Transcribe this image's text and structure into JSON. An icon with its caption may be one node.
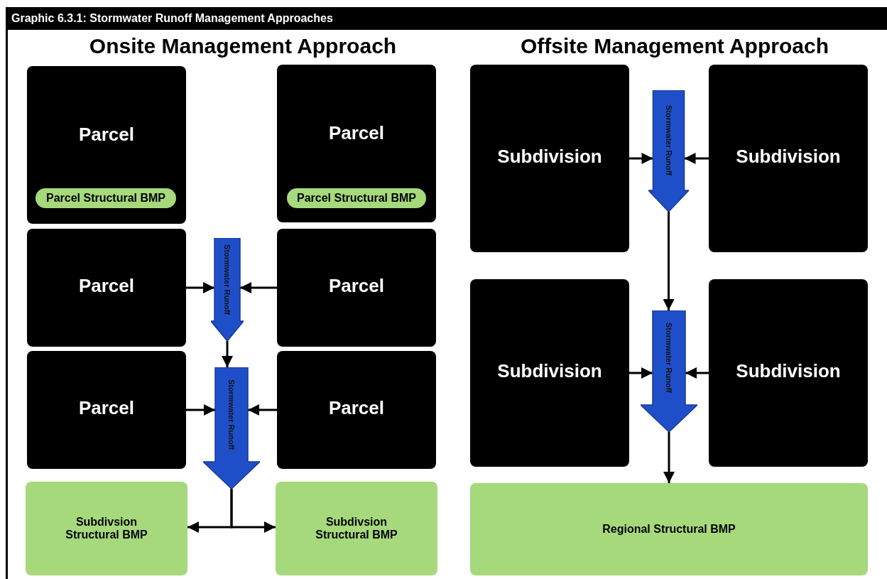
{
  "diagram": {
    "title": "Graphic 6.3.1: Stormwater Runoff Management Approaches",
    "nodes": [
      {
        "text": [
          "Parcel"
        ]
      },
      {
        "text": [
          "Parcel Structural BMP"
        ],
        "in": 0
      },
      {
        "text": [
          "Parcel"
        ]
      },
      {
        "text": [
          "Parcel Structural BMP"
        ],
        "in": 2
      },
      {
        "text": [
          "Parcel"
        ]
      },
      {
        "text": [
          "Stormwater Runoff"
        ]
      },
      {
        "text": [
          "Parcel"
        ]
      },
      {
        "text": [
          "Parcel"
        ]
      },
      {
        "text": [
          "Stormwater Runoff"
        ]
      },
      {
        "text": [
          "Parcel"
        ]
      },
      {
        "text": [
          "Subdivsion Structural BMP"
        ]
      },
      {
        "text": [
          "Subdivsion Structural BMP"
        ]
      },
      {
        "text": [
          "Subdivision"
        ]
      },
      {
        "text": [
          "Stormwater Runoff"
        ]
      },
      {
        "text": [
          "Subdivision"
        ]
      },
      {
        "text": [
          "Subdivision"
        ]
      },
      {
        "text": [
          "Stormwater Runoff"
        ]
      },
      {
        "text": [
          "Subdivision"
        ]
      },
      {
        "text": [
          "Regional Structural BMP"
        ]
      }
    ],
    "edges": [
      {
        "from": 4,
        "to": 5,
        "arrow": "to"
      },
      {
        "from": 6,
        "to": 5,
        "arrow": "to"
      },
      {
        "from": 5,
        "to": 8,
        "arrow": "to"
      },
      {
        "from": 7,
        "to": 8,
        "arrow": "to"
      },
      {
        "from": 9,
        "to": 8,
        "arrow": "to"
      },
      {
        "from": 8,
        "to": 10,
        "arrow": "to"
      },
      {
        "from": 8,
        "to": 11,
        "arrow": "to"
      },
      {
        "from": 12,
        "to": 13,
        "arrow": "to"
      },
      {
        "from": 14,
        "to": 13,
        "arrow": "to"
      },
      {
        "from": 13,
        "to": 16,
        "arrow": "to"
      },
      {
        "from": 15,
        "to": 16,
        "arrow": "to"
      },
      {
        "from": 17,
        "to": 16,
        "arrow": "to"
      },
      {
        "from": 16,
        "to": 18,
        "arrow": "to"
      }
    ],
    "labels": [
      "Onsite Management Approach",
      "Offsite Management Approach"
    ]
  }
}
